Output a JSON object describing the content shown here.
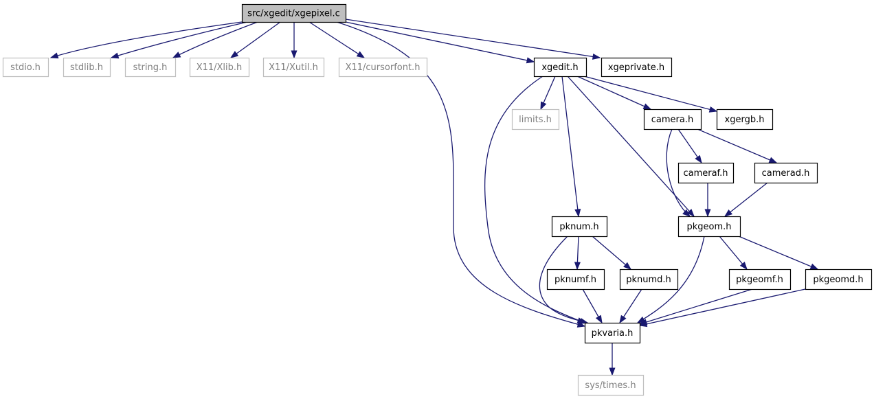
{
  "graph": {
    "nodes": [
      {
        "id": "xgepixel_c",
        "label": "src/xgedit/xgepixel.c",
        "kind": "root"
      },
      {
        "id": "stdio_h",
        "label": "stdio.h",
        "kind": "external"
      },
      {
        "id": "stdlib_h",
        "label": "stdlib.h",
        "kind": "external"
      },
      {
        "id": "string_h",
        "label": "string.h",
        "kind": "external"
      },
      {
        "id": "xlib_h",
        "label": "X11/Xlib.h",
        "kind": "external"
      },
      {
        "id": "xutil_h",
        "label": "X11/Xutil.h",
        "kind": "external"
      },
      {
        "id": "cursorfont_h",
        "label": "X11/cursorfont.h",
        "kind": "external"
      },
      {
        "id": "xgedit_h",
        "label": "xgedit.h",
        "kind": "internal"
      },
      {
        "id": "xgeprivate_h",
        "label": "xgeprivate.h",
        "kind": "internal"
      },
      {
        "id": "limits_h",
        "label": "limits.h",
        "kind": "external"
      },
      {
        "id": "camera_h",
        "label": "camera.h",
        "kind": "internal"
      },
      {
        "id": "xgergb_h",
        "label": "xgergb.h",
        "kind": "internal"
      },
      {
        "id": "cameraf_h",
        "label": "cameraf.h",
        "kind": "internal"
      },
      {
        "id": "camerad_h",
        "label": "camerad.h",
        "kind": "internal"
      },
      {
        "id": "pknum_h",
        "label": "pknum.h",
        "kind": "internal"
      },
      {
        "id": "pkgeom_h",
        "label": "pkgeom.h",
        "kind": "internal"
      },
      {
        "id": "pknumf_h",
        "label": "pknumf.h",
        "kind": "internal"
      },
      {
        "id": "pknumd_h",
        "label": "pknumd.h",
        "kind": "internal"
      },
      {
        "id": "pkgeomf_h",
        "label": "pkgeomf.h",
        "kind": "internal"
      },
      {
        "id": "pkgeomd_h",
        "label": "pkgeomd.h",
        "kind": "internal"
      },
      {
        "id": "pkvaria_h",
        "label": "pkvaria.h",
        "kind": "internal"
      },
      {
        "id": "times_h",
        "label": "sys/times.h",
        "kind": "external"
      }
    ],
    "edges": [
      {
        "from": "xgepixel_c",
        "to": "stdio_h"
      },
      {
        "from": "xgepixel_c",
        "to": "stdlib_h"
      },
      {
        "from": "xgepixel_c",
        "to": "string_h"
      },
      {
        "from": "xgepixel_c",
        "to": "xlib_h"
      },
      {
        "from": "xgepixel_c",
        "to": "xutil_h"
      },
      {
        "from": "xgepixel_c",
        "to": "cursorfont_h"
      },
      {
        "from": "xgepixel_c",
        "to": "pkvaria_h"
      },
      {
        "from": "xgepixel_c",
        "to": "xgedit_h"
      },
      {
        "from": "xgepixel_c",
        "to": "xgeprivate_h"
      },
      {
        "from": "xgedit_h",
        "to": "limits_h"
      },
      {
        "from": "xgedit_h",
        "to": "pkvaria_h"
      },
      {
        "from": "xgedit_h",
        "to": "pknum_h"
      },
      {
        "from": "xgedit_h",
        "to": "pkgeom_h"
      },
      {
        "from": "xgedit_h",
        "to": "camera_h"
      },
      {
        "from": "xgedit_h",
        "to": "xgergb_h"
      },
      {
        "from": "camera_h",
        "to": "pkgeom_h"
      },
      {
        "from": "camera_h",
        "to": "cameraf_h"
      },
      {
        "from": "camera_h",
        "to": "camerad_h"
      },
      {
        "from": "cameraf_h",
        "to": "pkgeom_h"
      },
      {
        "from": "camerad_h",
        "to": "pkgeom_h"
      },
      {
        "from": "pknum_h",
        "to": "pkvaria_h"
      },
      {
        "from": "pknum_h",
        "to": "pknumf_h"
      },
      {
        "from": "pknum_h",
        "to": "pknumd_h"
      },
      {
        "from": "pknumf_h",
        "to": "pkvaria_h"
      },
      {
        "from": "pknumd_h",
        "to": "pkvaria_h"
      },
      {
        "from": "pkgeom_h",
        "to": "pkvaria_h"
      },
      {
        "from": "pkgeom_h",
        "to": "pkgeomf_h"
      },
      {
        "from": "pkgeom_h",
        "to": "pkgeomd_h"
      },
      {
        "from": "pkgeomf_h",
        "to": "pkvaria_h"
      },
      {
        "from": "pkgeomd_h",
        "to": "pkvaria_h"
      },
      {
        "from": "pkvaria_h",
        "to": "times_h"
      }
    ]
  },
  "colors": {
    "edge": "#191970",
    "root_fill": "#bfbfbf",
    "external_border": "#bfbfbf",
    "external_text": "#7f7f7f",
    "internal_border": "#000000"
  }
}
